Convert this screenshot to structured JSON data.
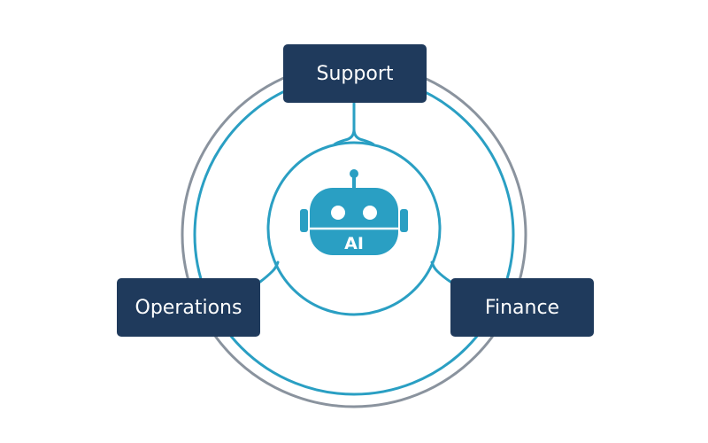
{
  "diagram": {
    "center": {
      "icon": "robot-icon",
      "label": "AI"
    },
    "nodes": [
      {
        "id": "support",
        "label": "Support"
      },
      {
        "id": "operations",
        "label": "Operations"
      },
      {
        "id": "finance",
        "label": "Finance"
      }
    ],
    "colors": {
      "node_fill": "#1f3a5c",
      "node_text": "#ffffff",
      "accent": "#2a9fc3",
      "outer_ring": "#8a939e"
    }
  }
}
